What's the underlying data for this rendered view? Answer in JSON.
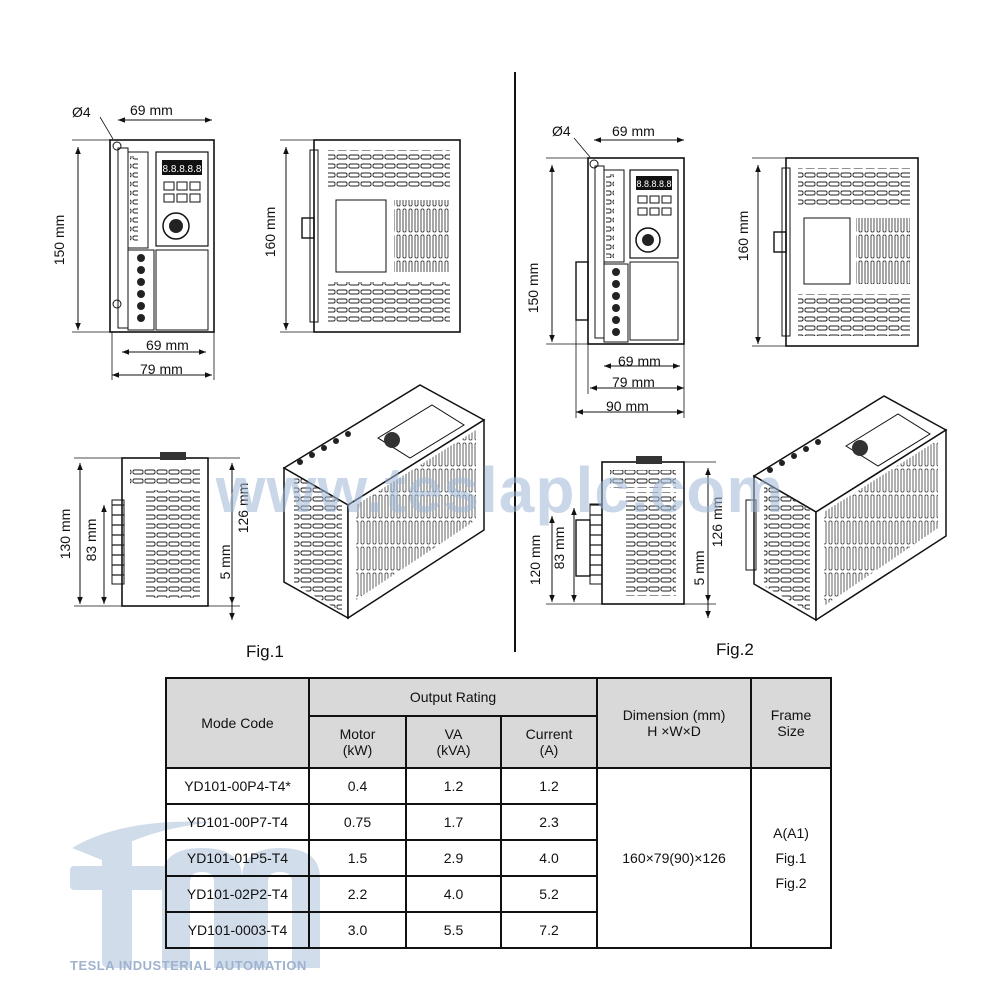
{
  "fig1": {
    "label": "Fig.1",
    "front": {
      "hole": "Ø4",
      "top_width": "69 mm",
      "height": "150 mm",
      "inner_width": "69 mm",
      "outer_width": "79 mm"
    },
    "side": {
      "height": "160 mm"
    },
    "bottom": {
      "total_h": "130 mm",
      "fin_h": "83 mm",
      "depth": "126 mm",
      "offset": "5 mm"
    }
  },
  "fig2": {
    "label": "Fig.2",
    "front": {
      "hole": "Ø4",
      "top_width": "69 mm",
      "height": "150 mm",
      "inner_width": "69 mm",
      "outer_width": "79 mm",
      "rail_width": "90 mm"
    },
    "side": {
      "height": "160 mm"
    },
    "bottom": {
      "total_h": "120  mm",
      "fin_h": "83 mm",
      "depth": "126 mm",
      "offset": "5 mm"
    }
  },
  "watermark": "www.teslaplc.com",
  "brand": {
    "logo_text": "TESLA INDUSTERIAL AUTOMATION"
  },
  "table": {
    "mode_code": "Mode Code",
    "output_rating": "Output Rating",
    "motor": "Motor",
    "motor_unit": "(kW)",
    "va": "VA",
    "va_unit": "(kVA)",
    "current": "Current",
    "current_unit": "(A)",
    "dimension": "Dimension (mm)",
    "dimension_sub": "H ×W×D",
    "frame": "Frame",
    "frame_sub": "Size",
    "rows": [
      {
        "code": "YD101-00P4-T4*",
        "motor": "0.4",
        "va": "1.2",
        "current": "1.2"
      },
      {
        "code": "YD101-00P7-T4",
        "motor": "0.75",
        "va": "1.7",
        "current": "2.3"
      },
      {
        "code": "YD101-01P5-T4",
        "motor": "1.5",
        "va": "2.9",
        "current": "4.0"
      },
      {
        "code": "YD101-02P2-T4",
        "motor": "2.2",
        "va": "4.0",
        "current": "5.2"
      },
      {
        "code": "YD101-0003-T4",
        "motor": "3.0",
        "va": "5.5",
        "current": "7.2"
      }
    ],
    "dimension_value": "160×79(90)×126",
    "frame_values": [
      "A(A1)",
      "Fig.1",
      "Fig.2"
    ]
  }
}
